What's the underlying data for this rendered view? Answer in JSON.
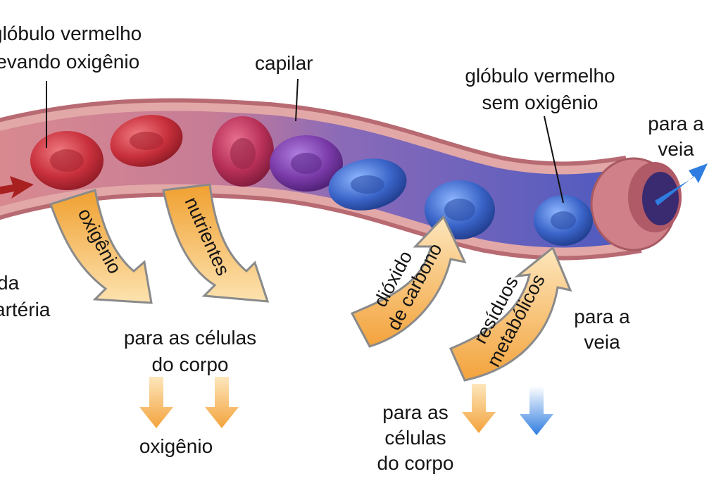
{
  "labels": {
    "rbc_oxygenated_line1": "glóbulo vermelho",
    "rbc_oxygenated_line2": "levando oxigênio",
    "capillary": "capilar",
    "rbc_deoxygenated_line1": "glóbulo vermelho",
    "rbc_deoxygenated_line2": "sem oxigênio",
    "to_vein_top_line1": "para a",
    "to_vein_top_line2": "veia",
    "from_artery_line1": "da",
    "from_artery_line2": "artéria",
    "to_body_cells_line1": "para as células",
    "to_body_cells_line2": "do corpo",
    "oxygen_bottom": "oxigênio",
    "to_vein_bottom_line1": "para a",
    "to_vein_bottom_line2": "veia",
    "to_cells_right_line1": "para as",
    "to_cells_right_line2": "células",
    "to_cells_right_line3": "do corpo"
  },
  "arrows": {
    "oxygen": "oxigênio",
    "nutrients": "nutrientes",
    "co2_line1": "dióxido",
    "co2_line2": "de carbono",
    "waste_line1": "resíduos",
    "waste_line2": "metabólicos"
  },
  "colors": {
    "oxygenated_cell": "#c8303c",
    "transition_cell": "#7a3aa8",
    "deoxygenated_cell": "#3a64c8",
    "vessel_wall": "#c98088",
    "arrow_fill": "#f5b24a",
    "vein_arrow": "#2f7de0",
    "artery_arrow": "#a82020"
  }
}
